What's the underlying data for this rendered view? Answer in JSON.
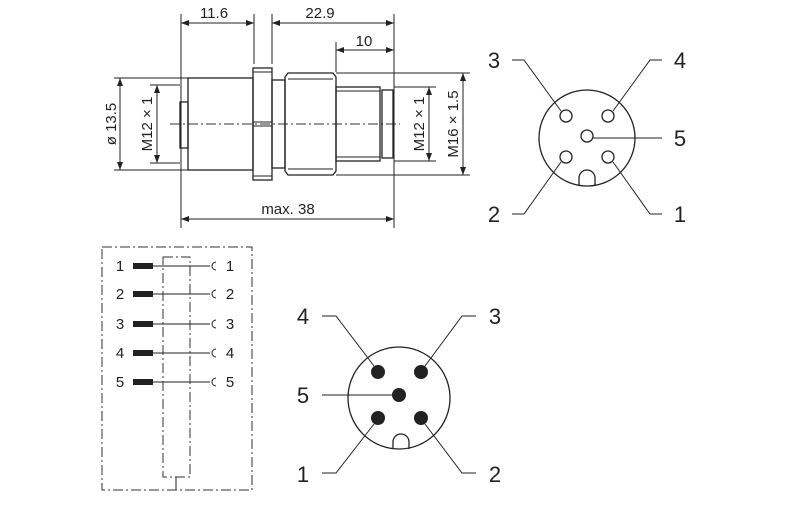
{
  "dimensions": {
    "d1": "11.6",
    "d2": "22.9",
    "d3": "10",
    "total": "max. 38",
    "dia": "ø 13.5",
    "thread_left": "M12 × 1",
    "thread_right": "M12 × 1",
    "thread_outer": "M16 × 1.5"
  },
  "pinout_top": {
    "pins": [
      "1",
      "2",
      "3",
      "4",
      "5"
    ]
  },
  "pinout_bottom": {
    "pins": [
      "1",
      "2",
      "3",
      "4",
      "5"
    ]
  },
  "schematic": {
    "rows": [
      {
        "left": "1",
        "right": "1"
      },
      {
        "left": "2",
        "right": "2"
      },
      {
        "left": "3",
        "right": "3"
      },
      {
        "left": "4",
        "right": "4"
      },
      {
        "left": "5",
        "right": "5"
      }
    ]
  }
}
